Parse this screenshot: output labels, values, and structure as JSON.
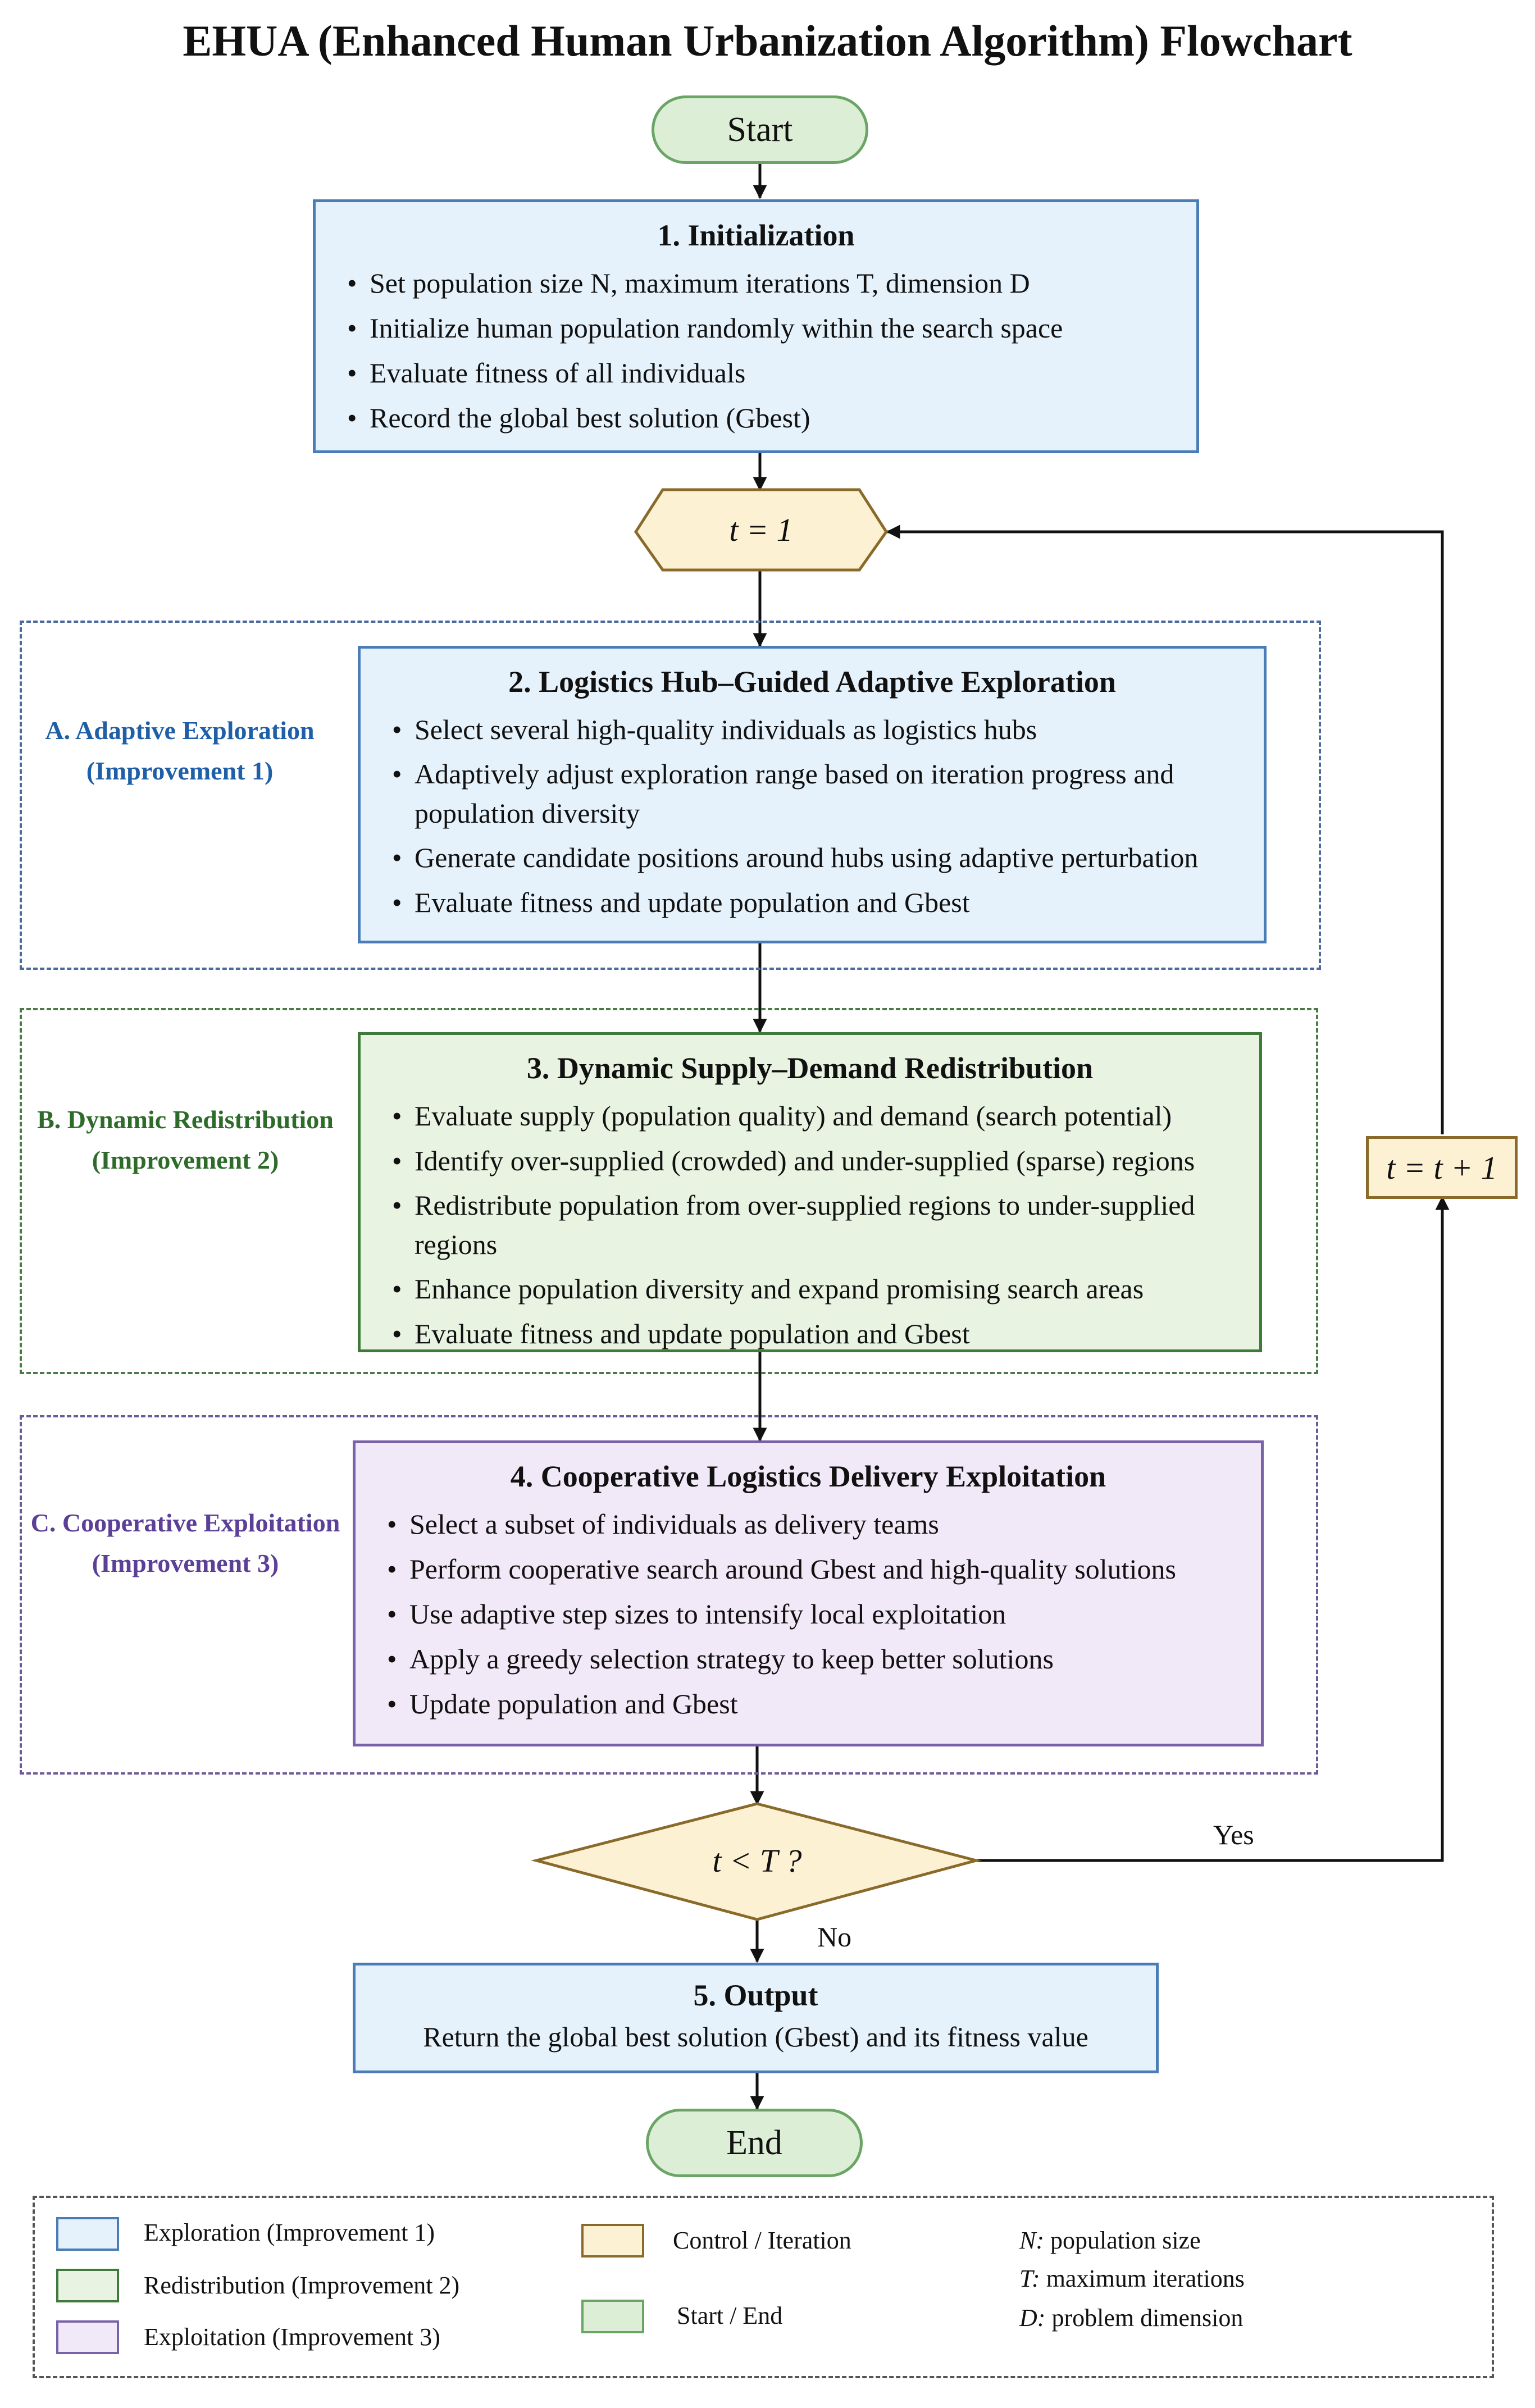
{
  "title": "EHUA (Enhanced Human Urbanization Algorithm) Flowchart",
  "start_label": "Start",
  "end_label": "End",
  "init": {
    "heading": "1. Initialization",
    "items": [
      "Set population size N, maximum iterations T, dimension D",
      "Initialize human population randomly within the search space",
      "Evaluate fitness of all individuals",
      "Record the global best solution (Gbest)"
    ]
  },
  "loop_start": "t = 1",
  "increment": "t = t + 1",
  "exploration": {
    "side_line1": "A. Adaptive Exploration",
    "side_line2": "(Improvement 1)",
    "heading": "2. Logistics Hub–Guided Adaptive Exploration",
    "items": [
      "Select several high-quality individuals as logistics hubs",
      "Adaptively adjust exploration range based on iteration progress and population diversity",
      "Generate candidate positions around hubs using adaptive perturbation",
      "Evaluate fitness and update population and Gbest"
    ]
  },
  "redistribution": {
    "side_line1": "B. Dynamic Redistribution",
    "side_line2": "(Improvement 2)",
    "heading": "3. Dynamic Supply–Demand Redistribution",
    "items": [
      "Evaluate supply (population quality) and demand (search potential)",
      "Identify over-supplied (crowded) and under-supplied (sparse) regions",
      "Redistribute population from over-supplied regions to under-supplied regions",
      "Enhance population diversity and expand promising search areas",
      "Evaluate fitness and update population and Gbest"
    ]
  },
  "exploitation": {
    "side_line1": "C. Cooperative Exploitation",
    "side_line2": "(Improvement 3)",
    "heading": "4. Cooperative Logistics Delivery Exploitation",
    "items": [
      "Select a subset of individuals as delivery teams",
      "Perform cooperative search around Gbest and high-quality solutions",
      "Use adaptive step sizes to intensify local exploitation",
      "Apply a greedy selection strategy to keep better solutions",
      "Update population and Gbest"
    ]
  },
  "decision": {
    "label": "t < T ?",
    "yes": "Yes",
    "no": "No"
  },
  "output": {
    "heading": "5. Output",
    "text": "Return the global best solution (Gbest) and its fitness value"
  },
  "legend": {
    "items": [
      {
        "label": "Exploration (Improvement 1)",
        "color": "#e6f2fb",
        "border": "#4a7db8"
      },
      {
        "label": "Redistribution (Improvement 2)",
        "color": "#e8f3e1",
        "border": "#3f7a3a"
      },
      {
        "label": "Exploitation (Improvement 3)",
        "color": "#f2e9f8",
        "border": "#7a62a8"
      },
      {
        "label": "Control / Iteration",
        "color": "#fdf1d4",
        "border": "#8a6a2a"
      },
      {
        "label": "Start / End",
        "color": "#dcefd6",
        "border": "#6aa566"
      }
    ],
    "symbols": [
      {
        "symbol": "N:",
        "desc": "population size"
      },
      {
        "symbol": "T:",
        "desc": "maximum iterations"
      },
      {
        "symbol": "D:",
        "desc": "problem dimension"
      }
    ]
  }
}
